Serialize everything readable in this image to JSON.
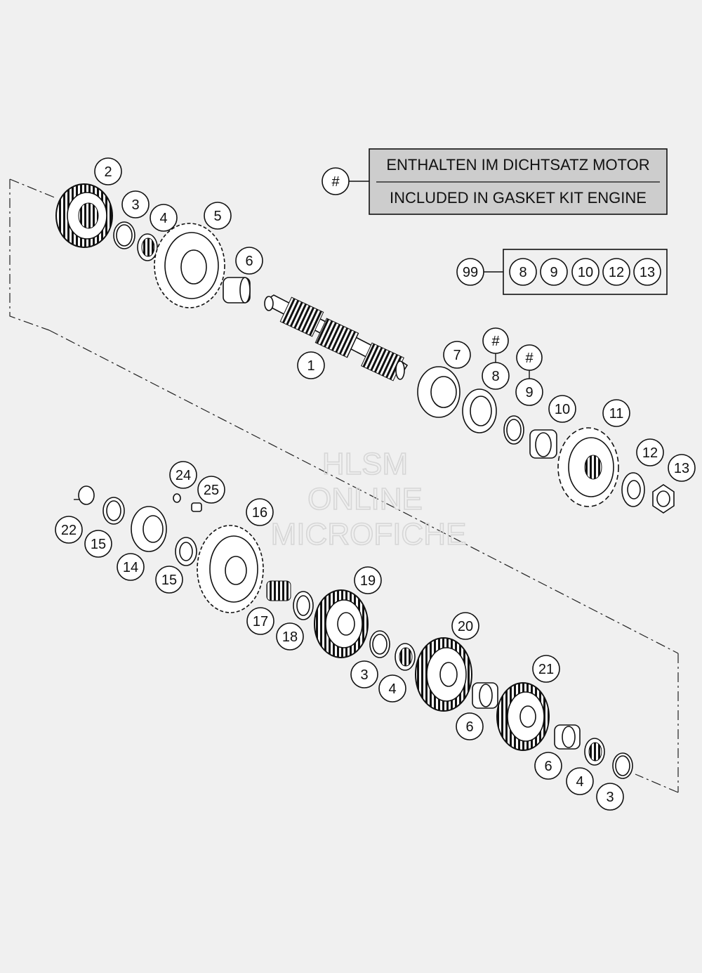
{
  "legend": {
    "symbol": "#",
    "line_de": "ENTHALTEN IM DICHTSATZ MOTOR",
    "line_en": "INCLUDED IN GASKET KIT ENGINE"
  },
  "kit": {
    "number": "99",
    "members": [
      "8",
      "9",
      "10",
      "12",
      "13"
    ]
  },
  "watermark": {
    "line1": "HLSM",
    "line2": "ONLINE",
    "line3": "MICROFICHE"
  },
  "callouts": [
    {
      "id": "c1",
      "label": "1"
    },
    {
      "id": "c2",
      "label": "2"
    },
    {
      "id": "c3a",
      "label": "3"
    },
    {
      "id": "c4a",
      "label": "4"
    },
    {
      "id": "c5",
      "label": "5"
    },
    {
      "id": "c6a",
      "label": "6"
    },
    {
      "id": "c7",
      "label": "7"
    },
    {
      "id": "c8",
      "label": "8"
    },
    {
      "id": "c9",
      "label": "9"
    },
    {
      "id": "c10",
      "label": "10"
    },
    {
      "id": "c11",
      "label": "11"
    },
    {
      "id": "c12",
      "label": "12"
    },
    {
      "id": "c13",
      "label": "13"
    },
    {
      "id": "c14",
      "label": "14"
    },
    {
      "id": "c15a",
      "label": "15"
    },
    {
      "id": "c15b",
      "label": "15"
    },
    {
      "id": "c16",
      "label": "16"
    },
    {
      "id": "c17",
      "label": "17"
    },
    {
      "id": "c18",
      "label": "18"
    },
    {
      "id": "c19",
      "label": "19"
    },
    {
      "id": "c20",
      "label": "20"
    },
    {
      "id": "c21",
      "label": "21"
    },
    {
      "id": "c22",
      "label": "22"
    },
    {
      "id": "c24",
      "label": "24"
    },
    {
      "id": "c25",
      "label": "25"
    },
    {
      "id": "c3b",
      "label": "3"
    },
    {
      "id": "c4b",
      "label": "4"
    },
    {
      "id": "c6b",
      "label": "6"
    },
    {
      "id": "c6c",
      "label": "6"
    },
    {
      "id": "c4c",
      "label": "4"
    },
    {
      "id": "c3c",
      "label": "3"
    },
    {
      "id": "h8",
      "label": "#"
    },
    {
      "id": "h9",
      "label": "#"
    }
  ]
}
